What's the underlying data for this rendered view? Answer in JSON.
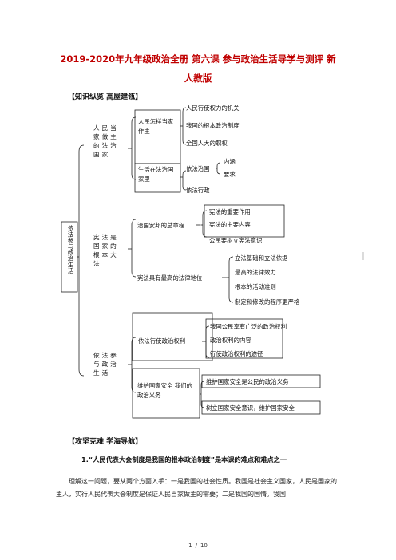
{
  "title": {
    "line1": "2019-2020年九年级政治全册 第六课 参与政治生活导学与测评 新",
    "line2": "人教版"
  },
  "sections": {
    "knowledge": "【知识纵览 高屋建瓴】",
    "attack": "【攻坚克难 学海导航】"
  },
  "mindmap": {
    "root": "依法参与政治生活",
    "branch1": {
      "label": "人民当家做主的法治国家",
      "sub1": {
        "label": "人民怎样当家作主",
        "items": [
          "人民行使权力的机关",
          "我国的根本政治制度",
          "全国人大的职权"
        ]
      },
      "sub2": {
        "label": "生活在法治国家里",
        "child": "依法治国",
        "child_items": [
          "内涵",
          "要求"
        ],
        "item2": "依法行政"
      }
    },
    "branch2": {
      "label": "宪法是国家的根本大法",
      "sub1": {
        "label": "治国安邦的总章程",
        "items": [
          "宪法的重要作用",
          "宪法的主要内容",
          "公民要树立宪法意识"
        ]
      },
      "sub2": {
        "label": "宪法具有最高的法律地位",
        "items": [
          "立法基础和立法依据",
          "最高的法律效力",
          "根本的活动准则",
          "制定和修改的程序更严格"
        ]
      }
    },
    "branch3": {
      "label": "依法参与政治生活",
      "sub1": {
        "label": "依法行使政治权利",
        "items": [
          "我国公民享有广泛的政治权利",
          "政治权利的内容",
          "行使政治权利的途径"
        ]
      },
      "sub2": {
        "label": "维护国家安全 我们的政治义务",
        "items": [
          "维护国家安全是公民的政治义务",
          "树立国家安全意识，维护国家安全"
        ]
      }
    }
  },
  "question": {
    "heading": "1.“人民代表大会制度是我国的根本政治制度”是本课的难点和难点之一",
    "paragraph": "理解这一问题，要从两个方面入手：一是我国的社会性质。我国是社会主义国家，人民是国家的主人，实行人民代表大会制度是保证人民当家做主的需要；二是我国的国情。我国"
  },
  "footer": {
    "page": "1",
    "sep": "/",
    "total": "10"
  }
}
